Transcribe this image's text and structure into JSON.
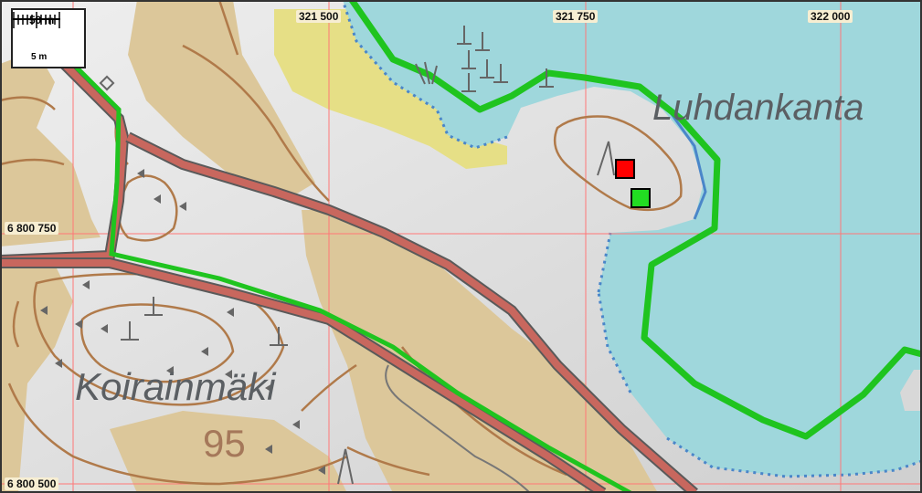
{
  "map": {
    "grid_labels": {
      "x": [
        "321 500",
        "321 750",
        "322 000"
      ],
      "y": [
        "6 800 750",
        "6 800 500"
      ]
    },
    "scale": {
      "top_label": "50 m",
      "bottom_label": "5 m"
    },
    "place_names": [
      "Luhdankanta",
      "Koirainmäki"
    ],
    "contour_label": "95",
    "markers": [
      {
        "id": "red",
        "color": "#ff0000"
      },
      {
        "id": "green",
        "color": "#22dd22"
      }
    ],
    "colors": {
      "water": "#9fd7dc",
      "shore": "#4a86c9",
      "field": "#dcc79a",
      "terrain": "#dcdcdc",
      "road_fill": "#c8675e",
      "road_edge": "#5a5a5a",
      "boundary": "#1fc41f",
      "contour": "#b07a4a",
      "grid": "#ff7777",
      "sand": "#e6df86"
    }
  }
}
